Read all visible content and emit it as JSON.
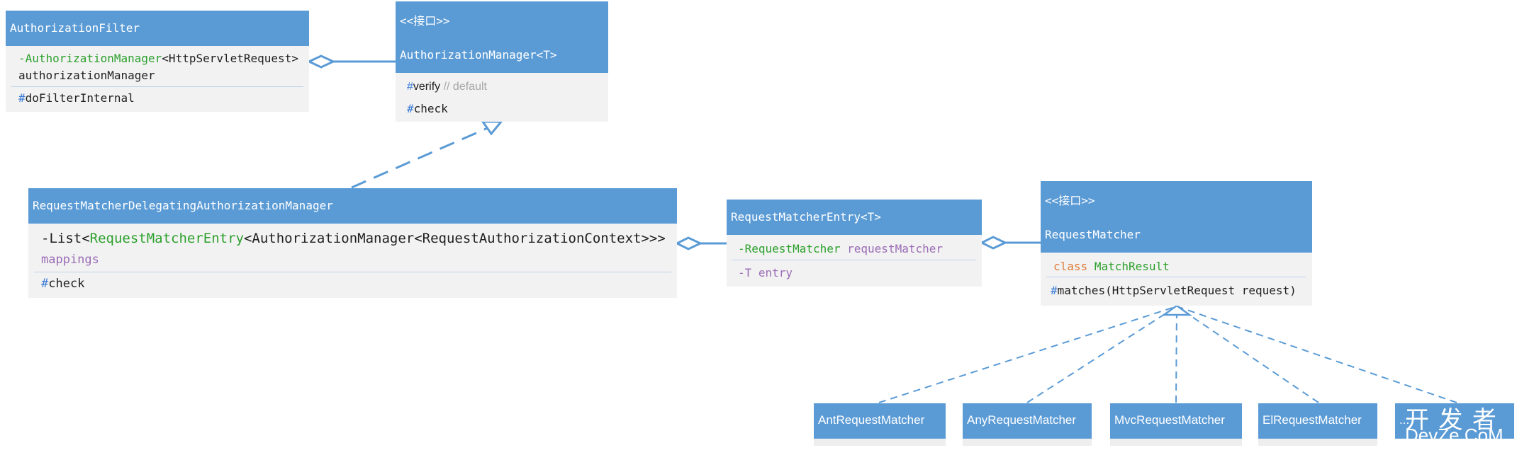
{
  "authorization_filter": {
    "title": "AuthorizationFilter",
    "field_prefix": "-",
    "field_type": "AuthorizationManager",
    "field_generic": "<HttpServletRequest>",
    "field_name": "authorizationManager",
    "method_prefix": "#",
    "method": "doFilterInternal"
  },
  "authorization_manager": {
    "stereotype": "<<接口>>",
    "title": "AuthorizationManager<T>",
    "method1_prefix": "#",
    "method1": "verify",
    "method1_comment": "// default",
    "method2_prefix": "#",
    "method2": "check"
  },
  "delegating_manager": {
    "title": "RequestMatcherDelegatingAuthorizationManager",
    "field_part1": "-List<",
    "field_part2": "RequestMatcherEntry",
    "field_part3": "<AuthorizationManager<RequestAuthorizationContext>>>",
    "field_name": "mappings",
    "method_prefix": "#",
    "method": "check"
  },
  "matcher_entry": {
    "title": "RequestMatcherEntry<T>",
    "field1_type": "-RequestMatcher",
    "field1_name": "requestMatcher",
    "field2": "-T entry"
  },
  "request_matcher": {
    "stereotype": "<<接口>>",
    "title": "RequestMatcher",
    "class_keyword": "class",
    "class_name": "MatchResult",
    "method_prefix": "#",
    "method": "matches(HttpServletRequest request)"
  },
  "implementations": [
    "AntRequestMatcher",
    "AnyRequestMatcher",
    "MvcRequestMatcher",
    "ElRequestMatcher",
    "..."
  ],
  "watermark": {
    "line1": "开 发 者",
    "line2": "DevZe.CoM"
  },
  "colors": {
    "header": "#5b9bd5",
    "body": "#f2f2f2",
    "type_green": "#2ca02c",
    "name_purple": "#9b6cb6",
    "keyword_orange": "#e07b39"
  }
}
